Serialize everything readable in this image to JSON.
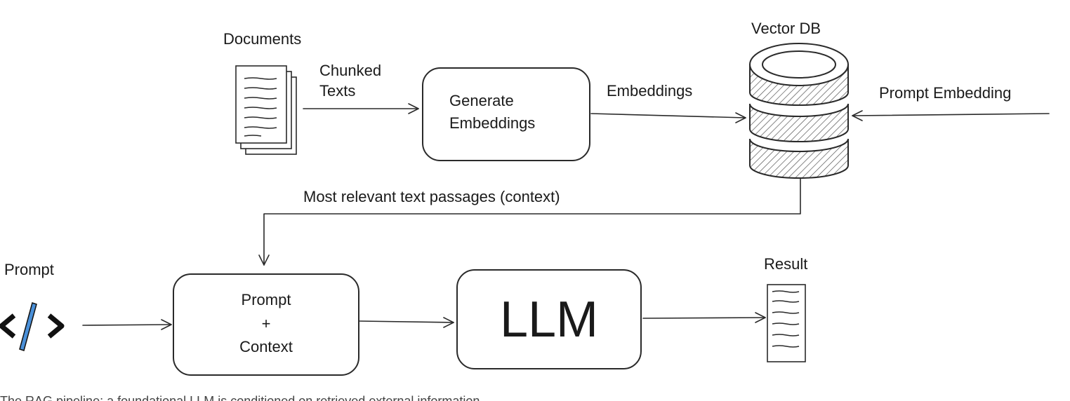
{
  "labels": {
    "documents": "Documents",
    "chunked_texts_1": "Chunked",
    "chunked_texts_2": "Texts",
    "generate_1": "Generate",
    "generate_2": "Embeddings",
    "embeddings": "Embeddings",
    "vector_db": "Vector DB",
    "prompt_embedding": "Prompt Embedding",
    "context_edge": "Most relevant text passages (context)",
    "prompt": "Prompt",
    "prompt_context_1": "Prompt",
    "prompt_context_2": "+",
    "prompt_context_3": "Context",
    "llm": "LLM",
    "result": "Result"
  },
  "caption": "The RAG pipeline: a foundational LLM is conditioned on retrieved external information",
  "icons": {
    "documents": "document-stack-icon",
    "database": "database-cylinder-icon",
    "prompt": "code-brackets-icon",
    "result": "result-document-icon"
  },
  "colors": {
    "stroke": "#2a2a2a",
    "hatch": "#555555",
    "prompt_slash": "#4a90d9"
  }
}
